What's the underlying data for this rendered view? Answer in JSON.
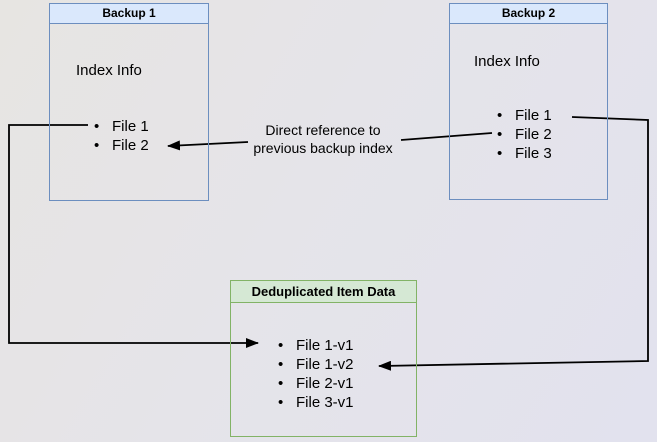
{
  "colors": {
    "blue_fill": "#dae8fc",
    "blue_border": "#6c8ebf",
    "green_fill": "#d5e8d4",
    "green_border": "#82b366",
    "line": "#000000",
    "bg_from": "#e7e5e2",
    "bg_mid": "#e5e4e9",
    "bg_to": "#e2e2ee",
    "text": "#000000"
  },
  "boxes": {
    "backup1": {
      "title": "Backup 1",
      "subtitle": "Index Info",
      "items": [
        "File 1",
        "File 2"
      ]
    },
    "backup2": {
      "title": "Backup 2",
      "subtitle": "Index Info",
      "items": [
        "File 1",
        "File 2",
        "File 3"
      ]
    },
    "dedup": {
      "title": "Deduplicated Item Data",
      "items": [
        "File 1-v1",
        "File 1-v2",
        "File 2-v1",
        "File 3-v1"
      ]
    }
  },
  "annotation": {
    "line1": "Direct reference to",
    "line2": "previous backup index"
  },
  "connectors": [
    {
      "name": "backup2-file2-to-backup1-file2",
      "description": "arrow from Backup 2 File 2 to Backup 1 File 2, labeled direct reference"
    },
    {
      "name": "backup1-file1-to-dedup-file1v1",
      "description": "arrow from Backup 1 File 1 to Deduplicated Item Data File 1-v1"
    },
    {
      "name": "backup2-file1-to-dedup-file1v2",
      "description": "arrow from Backup 2 File 1 to Deduplicated Item Data File 1-v2"
    }
  ]
}
